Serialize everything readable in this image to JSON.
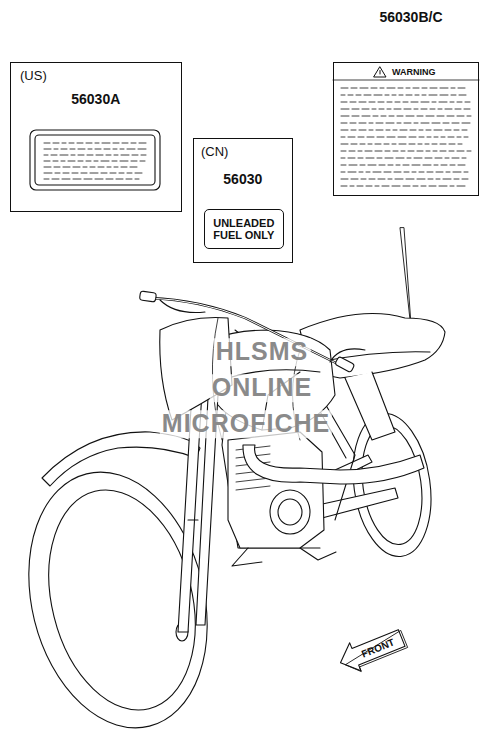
{
  "diagram": {
    "nodes": [
      {
        "text": [
          "(US)",
          "56030A"
        ]
      },
      {
        "text": [
          "(CN)",
          "56030"
        ]
      },
      {
        "text": [
          "UNLEADED FUEL ONLY"
        ],
        "in": 1
      },
      {
        "text": [
          "WARNING"
        ]
      }
    ],
    "labels": [
      "56030B/C",
      "HLSMS",
      "ONLINE",
      "MICROFICHE",
      "FRONT"
    ]
  }
}
